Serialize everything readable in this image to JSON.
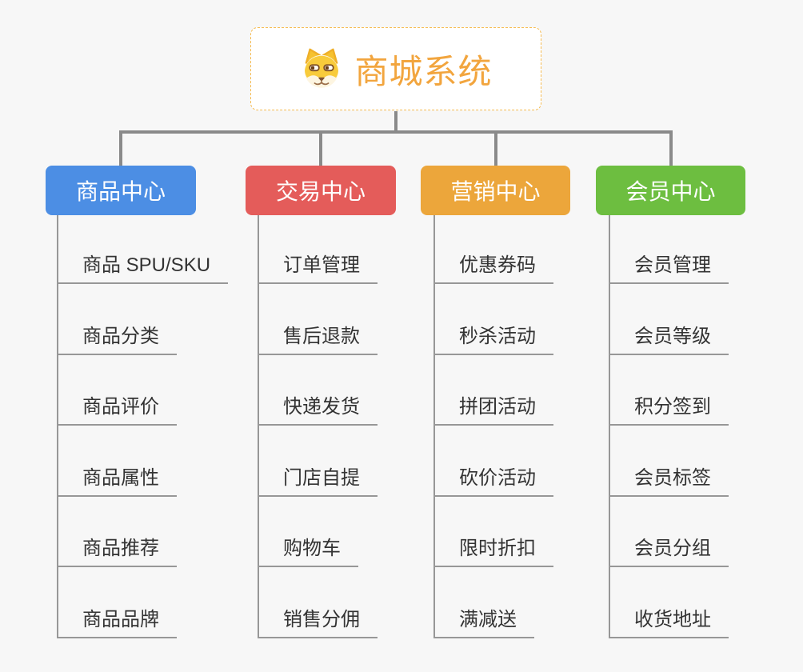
{
  "app": {
    "background": "#F7F7F7",
    "connector_color": "#8A8A8A",
    "branch_line_color": "#979797"
  },
  "root": {
    "title": "商城系统",
    "icon": "dog-face-icon",
    "text_color": "#F2A53E",
    "border_color": "#F6BC52"
  },
  "branches": [
    {
      "label": "商品中心",
      "color": "#4C8EE4",
      "children": [
        "商品 SPU/SKU",
        "商品分类",
        "商品评价",
        "商品属性",
        "商品推荐",
        "商品品牌"
      ]
    },
    {
      "label": "交易中心",
      "color": "#E45C5A",
      "children": [
        "订单管理",
        "售后退款",
        "快递发货",
        "门店自提",
        "购物车",
        "销售分佣"
      ]
    },
    {
      "label": "营销中心",
      "color": "#ECA63B",
      "children": [
        "优惠券码",
        "秒杀活动",
        "拼团活动",
        "砍价活动",
        "限时折扣",
        "满减送"
      ]
    },
    {
      "label": "会员中心",
      "color": "#6DBE40",
      "children": [
        "会员管理",
        "会员等级",
        "积分签到",
        "会员标签",
        "会员分组",
        "收货地址"
      ]
    }
  ]
}
